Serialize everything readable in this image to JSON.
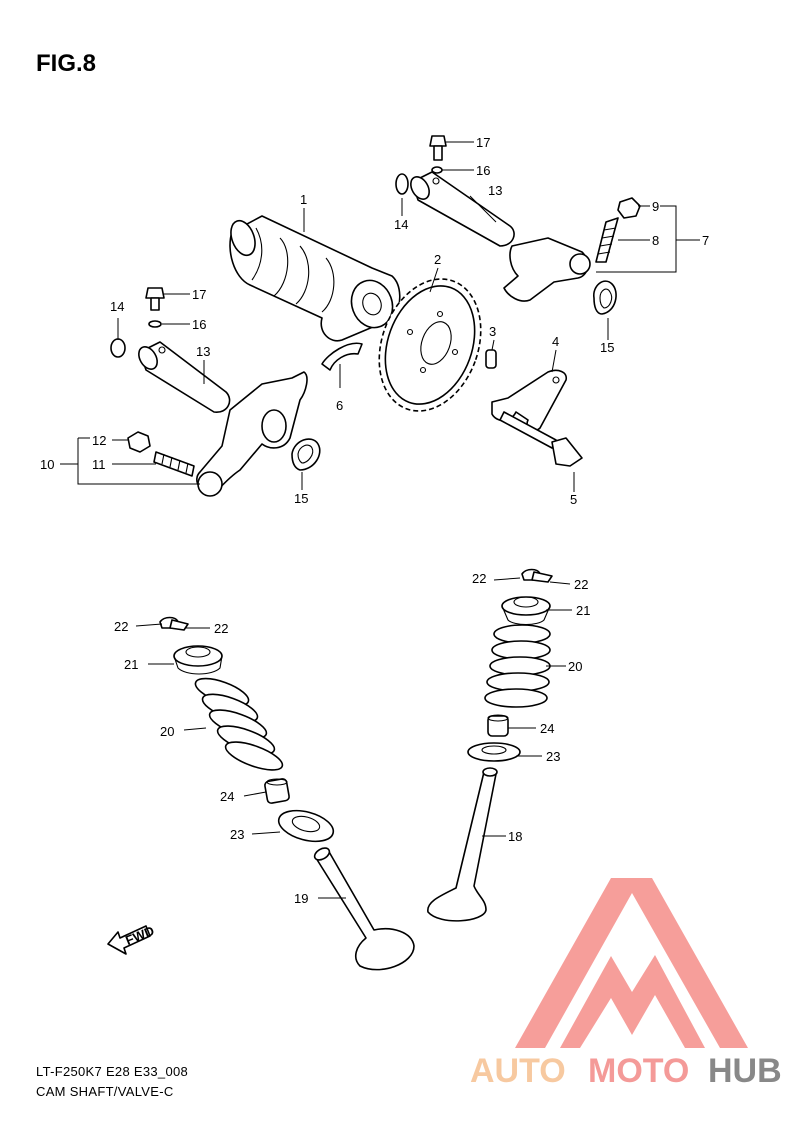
{
  "figure_title": "FIG.8",
  "footer": {
    "model_code": "LT-F250K7 E28 E33_008",
    "section_name": "CAM SHAFT/VALVE-C"
  },
  "fwd_label": "FWD",
  "watermark": {
    "part1": "AUTO",
    "part2": "MOTO",
    "part3": "HUB",
    "color_light": "#f7c9a0",
    "color_mid": "#f49a98",
    "color_dark": "#888888",
    "logo_color": "#f5938f"
  },
  "callouts": {
    "c1": "1",
    "c2": "2",
    "c3": "3",
    "c4": "4",
    "c5": "5",
    "c6": "6",
    "c7": "7",
    "c8": "8",
    "c9": "9",
    "c10": "10",
    "c11": "11",
    "c12": "12",
    "c13a": "13",
    "c13b": "13",
    "c14a": "14",
    "c14b": "14",
    "c15a": "15",
    "c15b": "15",
    "c16a": "16",
    "c16b": "16",
    "c17a": "17",
    "c17b": "17",
    "c18": "18",
    "c19": "19",
    "c20a": "20",
    "c20b": "20",
    "c21a": "21",
    "c21b": "21",
    "c22a": "22",
    "c22b": "22",
    "c22c": "22",
    "c22d": "22",
    "c23a": "23",
    "c23b": "23",
    "c24a": "24",
    "c24b": "24"
  }
}
